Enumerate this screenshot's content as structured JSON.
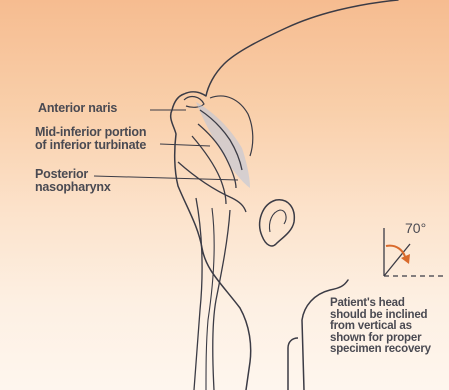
{
  "labels": {
    "anterior_naris": "Anterior naris",
    "turbinate_line1": "Mid-inferior portion",
    "turbinate_line2": "of inferior turbinate",
    "nasopharynx_line1": "Posterior",
    "nasopharynx_line2": "nasopharynx",
    "angle": "70°",
    "instruction": [
      "Patient's head",
      "should be inclined",
      "from vertical as",
      "shown for proper",
      "specimen recovery"
    ]
  },
  "colors": {
    "background_top": "#f6bc90",
    "background_bottom": "#fef6ee",
    "outline": "#3b3b45",
    "text": "#4a4a52",
    "turbinate_fill": "#b8c4dc",
    "angle_arrow": "#d96a2c"
  }
}
